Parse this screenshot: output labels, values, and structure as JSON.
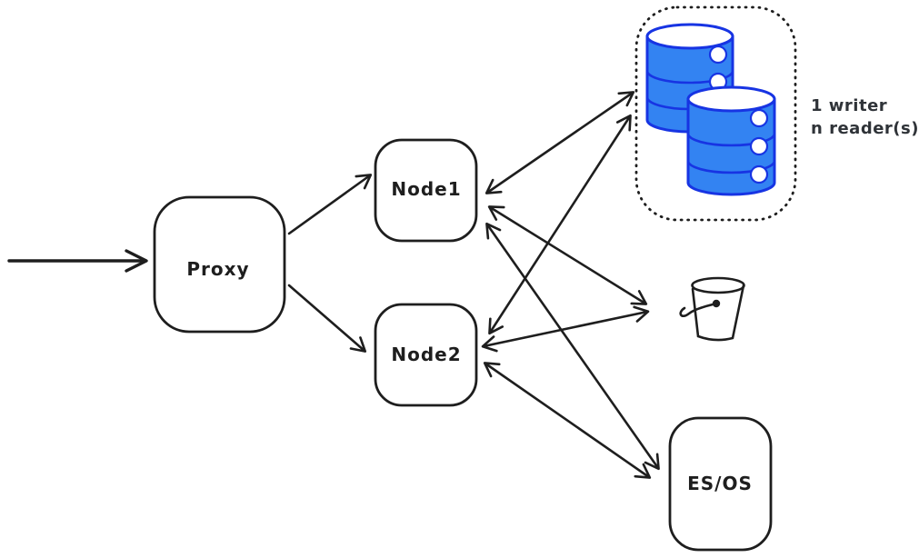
{
  "diagram": {
    "type": "architecture-sketch",
    "colors": {
      "ink": "#1e1e1e",
      "database_fill": "#3383f2",
      "database_stroke": "#1734e3",
      "annotation_text": "#2f3338",
      "background": "#ffffff"
    },
    "nodes": {
      "proxy": {
        "label": "Proxy"
      },
      "node1": {
        "label": "Node1"
      },
      "node2": {
        "label": "Node2"
      },
      "esos": {
        "label": "ES/OS"
      }
    },
    "db_cluster": {
      "icon": "database-cylinders-icon",
      "cylinder_count": 2,
      "annotation_line1": "1 writer",
      "annotation_line2": "n reader(s)"
    },
    "object_storage": {
      "icon": "bucket-icon"
    },
    "edges": [
      {
        "from": "client",
        "to": "proxy",
        "direction": "one-way"
      },
      {
        "from": "proxy",
        "to": "node1",
        "direction": "one-way"
      },
      {
        "from": "proxy",
        "to": "node2",
        "direction": "one-way"
      },
      {
        "from": "node1",
        "to": "db-cluster",
        "direction": "two-way"
      },
      {
        "from": "node2",
        "to": "db-cluster",
        "direction": "two-way"
      },
      {
        "from": "node1",
        "to": "bucket",
        "direction": "two-way"
      },
      {
        "from": "node2",
        "to": "bucket",
        "direction": "two-way"
      },
      {
        "from": "node1",
        "to": "es-os",
        "direction": "two-way"
      },
      {
        "from": "node2",
        "to": "es-os",
        "direction": "two-way"
      }
    ]
  }
}
